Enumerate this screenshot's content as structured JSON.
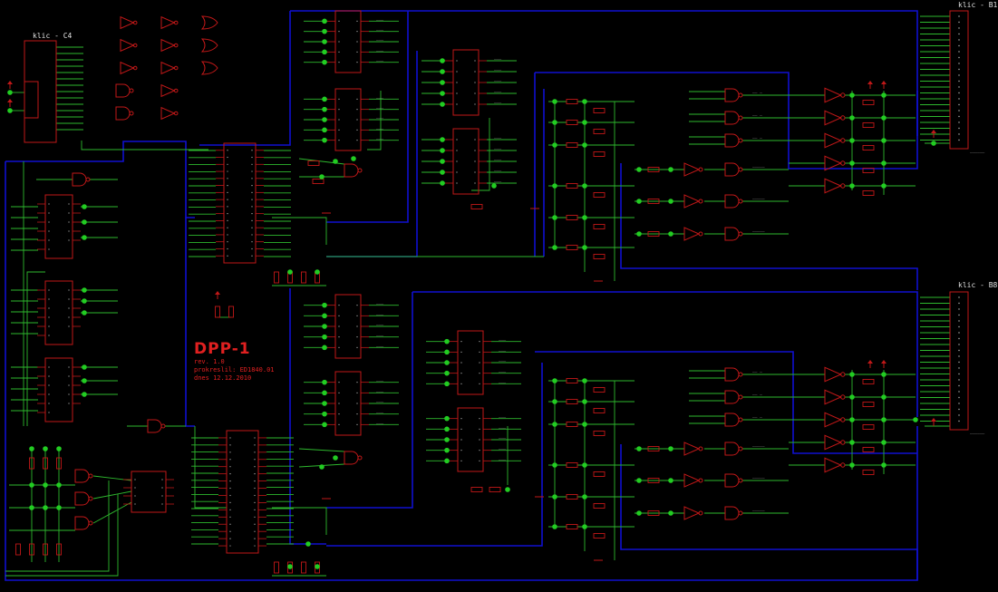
{
  "title_block": {
    "project": "DPP-1",
    "revision": "rev. 1.0",
    "author": "prokreslil: ED1840.01",
    "date": "dnes 12.12.2010"
  },
  "connectors": {
    "left": "klic - C4",
    "top_right": "klic - B1",
    "bottom_right": "klic - B8"
  },
  "colors": {
    "background": "#000000",
    "wire": "#2eb82e",
    "bus": "#1010d0",
    "component": "#c01818",
    "junction": "#22cc22",
    "text": "#d0d0d0"
  }
}
